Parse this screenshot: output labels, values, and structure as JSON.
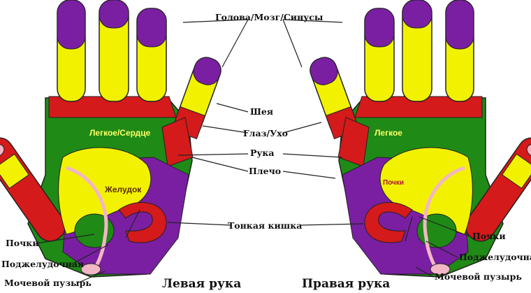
{
  "labels": {
    "head": "Голова/Мозг/Синусы",
    "neck": "Шея",
    "eye_ear": "Глаз/Ухо",
    "arm": "Рука",
    "shoulder": "Плечо",
    "small_intestine": "Тонкая кишка",
    "kidneys_left": "Почки",
    "pancreas_left": "Поджелудочная",
    "bladder_left": "Мочевой пузырь",
    "kidneys_right": "Почки",
    "pancreas_right": "Поджелудочная",
    "bladder_right": "Мочевой пузырь"
  },
  "zones": {
    "lung_heart": "Легкое/Сердце",
    "stomach": "Желудок",
    "lung": "Легкое",
    "kidneys_zone": "Почки"
  },
  "captions": {
    "left_hand": "Левая рука",
    "right_hand": "Правая рука"
  },
  "colors": {
    "purple": "#7a1fa2",
    "yellow": "#f2f200",
    "red": "#d41a1a",
    "green": "#1f8a16",
    "pink": "#f2b6c6",
    "line": "#222222"
  }
}
